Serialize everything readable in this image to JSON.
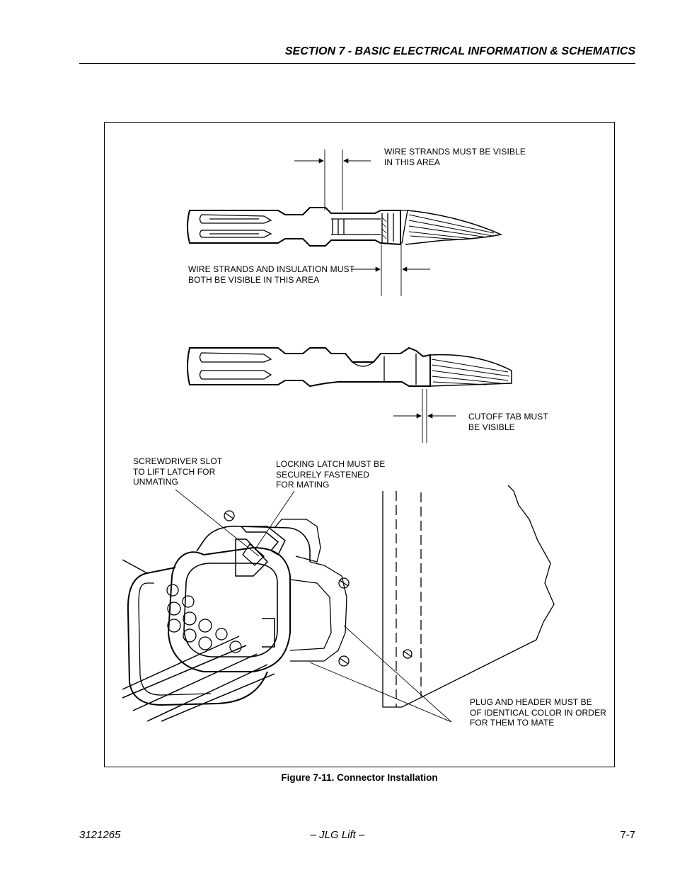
{
  "header": {
    "section_title": "SECTION 7 - BASIC ELECTRICAL INFORMATION & SCHEMATICS"
  },
  "figure": {
    "labels": {
      "wire_strands_visible": "WIRE STRANDS MUST BE VISIBLE\nIN THIS AREA",
      "strands_and_insulation": "WIRE STRANDS AND INSULATION MUST\nBOTH BE VISIBLE IN THIS AREA",
      "cutoff_tab": "CUTOFF TAB MUST\nBE VISIBLE",
      "screwdriver_slot": "SCREWDRIVER SLOT\nTO LIFT LATCH FOR\nUNMATING",
      "locking_latch": "LOCKING LATCH MUST BE\nSECURELY FASTENED\nFOR MATING",
      "plug_header_color": "PLUG AND HEADER MUST BE\nOF IDENTICAL COLOR IN ORDER\nFOR THEM TO MATE"
    },
    "caption": "Figure 7-11.  Connector Installation"
  },
  "footer": {
    "doc_number": "3121265",
    "publisher": "– JLG Lift –",
    "page_number": "7-7"
  }
}
